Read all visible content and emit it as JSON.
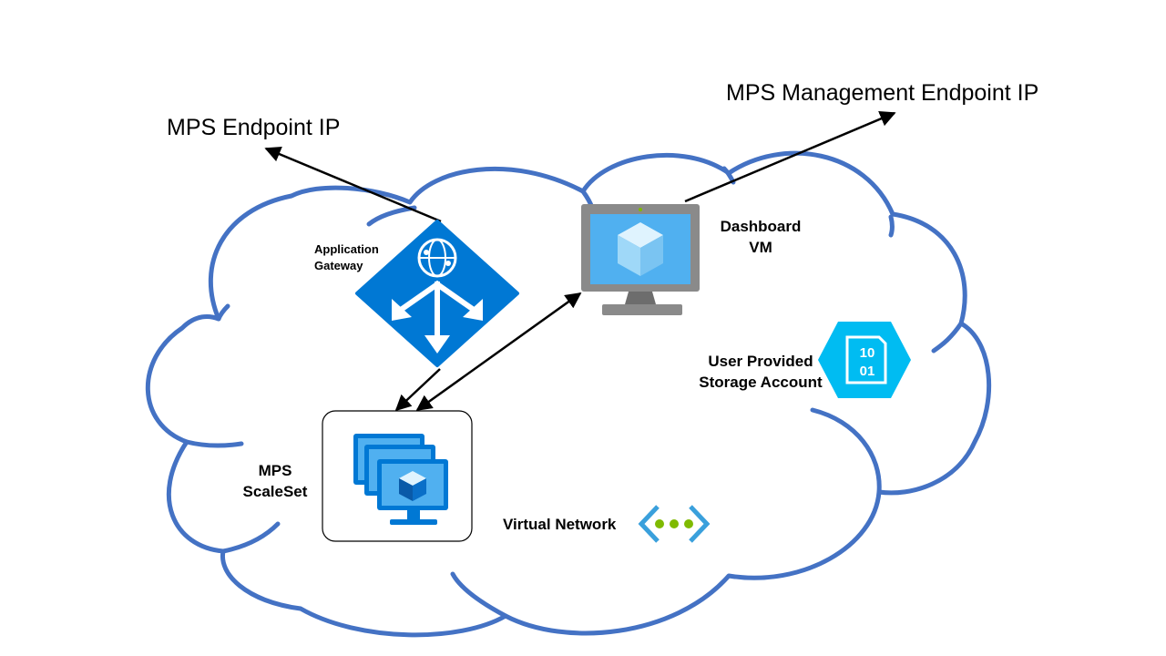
{
  "labels": {
    "mps_endpoint_ip": "MPS Endpoint IP",
    "mps_management_endpoint_ip": "MPS Management Endpoint IP",
    "application_gateway_line1": "Application",
    "application_gateway_line2": "Gateway",
    "dashboard_vm_line1": "Dashboard",
    "dashboard_vm_line2": "VM",
    "storage_line1": "User Provided",
    "storage_line2": "Storage Account",
    "mps_scaleset_line1": "MPS",
    "mps_scaleset_line2": "ScaleSet",
    "virtual_network": "Virtual Network"
  },
  "colors": {
    "cloud_stroke": "#4472C4",
    "azure_blue": "#0078D4",
    "vm_screen": "#50B0F0",
    "monitor_gray": "#8A8A8A",
    "storage_cyan": "#00BCF2",
    "vnet_green": "#7FBA00",
    "vnet_blue": "#3AA0DC",
    "arrow": "#000000"
  },
  "icons": {
    "application_gateway": "application-gateway-icon",
    "dashboard_vm": "virtual-machine-icon",
    "storage_account": "storage-account-icon",
    "scale_set": "vm-scale-set-icon",
    "virtual_network": "virtual-network-icon"
  }
}
